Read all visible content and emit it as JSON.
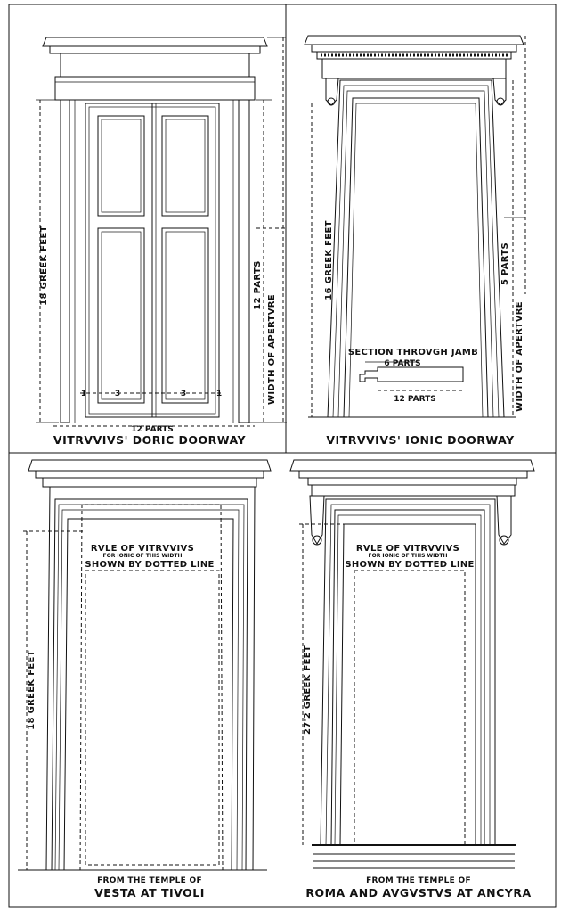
{
  "panels": {
    "doric": {
      "caption": "VITRVVIVS' DORIC DOORWAY",
      "height_label": "18 GREEK FEET",
      "parts_label": "12 PARTS",
      "aperture_label": "WIDTH OF APERTVRE",
      "bottom_parts": "12 PARTS",
      "panel_widths": [
        "1",
        "3",
        "3",
        "1"
      ]
    },
    "ionic": {
      "caption": "VITRVVIVS' IONIC DOORWAY",
      "height_label": "16 GREEK FEET",
      "parts_label": "5 PARTS",
      "aperture_label": "WIDTH OF APERTVRE",
      "section_title": "SECTION THROVGH JAMB",
      "section_top": "6 PARTS",
      "section_bottom": "12 PARTS"
    },
    "vesta": {
      "caption_small": "FROM THE TEMPLE OF",
      "caption_big": "VESTA AT TIVOLI",
      "height_label": "18 GREEK FEET",
      "rule_title": "RVLE OF VITRVVIVS",
      "rule_sub": "FOR IONIC OF THIS WIDTH",
      "rule_note": "SHOWN BY DOTTED LINE"
    },
    "ancyra": {
      "caption_small": "FROM THE TEMPLE OF",
      "caption_big": "ROMA AND AVGVSTVS AT ANCYRA",
      "height_label": "27'2 GREEK FEET",
      "rule_title": "RVLE OF VITRVVIVS",
      "rule_sub": "FOR IONIC OF THIS WIDTH",
      "rule_note": "SHOWN BY DOTTED LINE"
    }
  }
}
